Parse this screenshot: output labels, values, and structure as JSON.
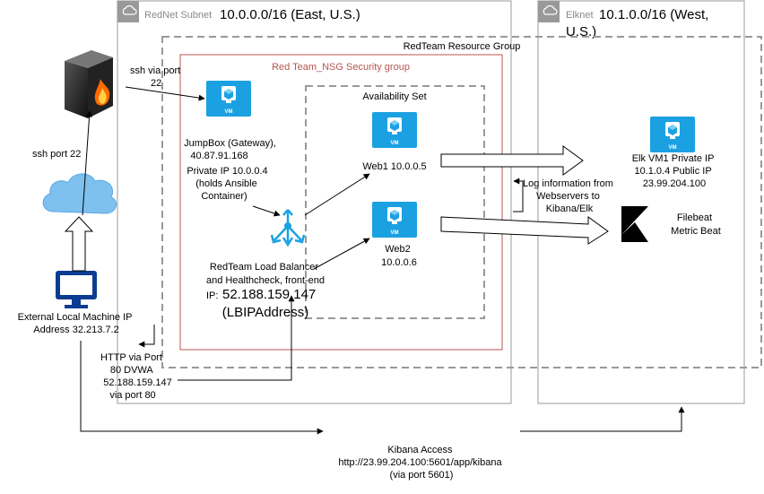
{
  "subnets": {
    "rednet": {
      "name": "RedNet Subnet",
      "cidr": "10.0.0.0/16 (East, U.S.)"
    },
    "elknet": {
      "name": "Elknet",
      "cidr_line1": "10.1.0.0/16 (West,",
      "cidr_line2": "U.S.)"
    }
  },
  "groups": {
    "resource_group": "RedTeam Resource Group",
    "nsg": "Red Team_NSG Security group",
    "availability_set": "Availability Set"
  },
  "nodes": {
    "jumpbox": {
      "icon_label": "VM",
      "lines": [
        "JumpBox (Gateway),",
        "40.87.91.168",
        "Private IP 10.0.0.4",
        "(holds Ansible",
        "Container)"
      ]
    },
    "web1": {
      "icon_label": "VM",
      "label": "Web1 10.0.0.5"
    },
    "web2": {
      "icon_label": "VM",
      "lines": [
        "Web2",
        "10.0.0.6"
      ]
    },
    "elk": {
      "icon_label": "VM",
      "lines": [
        "Elk VM1 Private IP",
        "10.1.0.4 Public IP",
        "23.99.204.100"
      ]
    },
    "kibana": {
      "lines": [
        "Filebeat",
        "Metric Beat"
      ]
    },
    "load_balancer": {
      "lines": [
        "RedTeam Load Balancer",
        "and Healthcheck, front-end"
      ],
      "ip_prefix": "IP: ",
      "ip": "52.188.159.147",
      "name": "(LBIPAddress)"
    },
    "local_machine": {
      "lines": [
        "External Local Machine IP",
        "Address 32.213.7.2"
      ]
    }
  },
  "edges": {
    "ssh_via_port": [
      "ssh via port",
      "22"
    ],
    "ssh_port": "ssh port 22",
    "log_info": [
      "Log information from",
      "Webservers to",
      "Kibana/Elk"
    ],
    "http": [
      "HTTP via Port",
      "80 DVWA",
      "52.188.159.147",
      "via port 80"
    ],
    "kibana_access": [
      "Kibana Access",
      "http://23.99.204.100:5601/app/kibana",
      "(via port 5601)"
    ]
  },
  "colors": {
    "vm_blue": "#1ba1e2",
    "nsg_red": "#b85450",
    "monitor_blue": "#0a3d91",
    "cloud_blue": "#5ba8e8"
  },
  "icons": [
    "firewall-icon",
    "cloud-icon",
    "monitor-icon",
    "load-balancer-icon",
    "vm-icon",
    "kibana-icon",
    "subnet-icon"
  ]
}
